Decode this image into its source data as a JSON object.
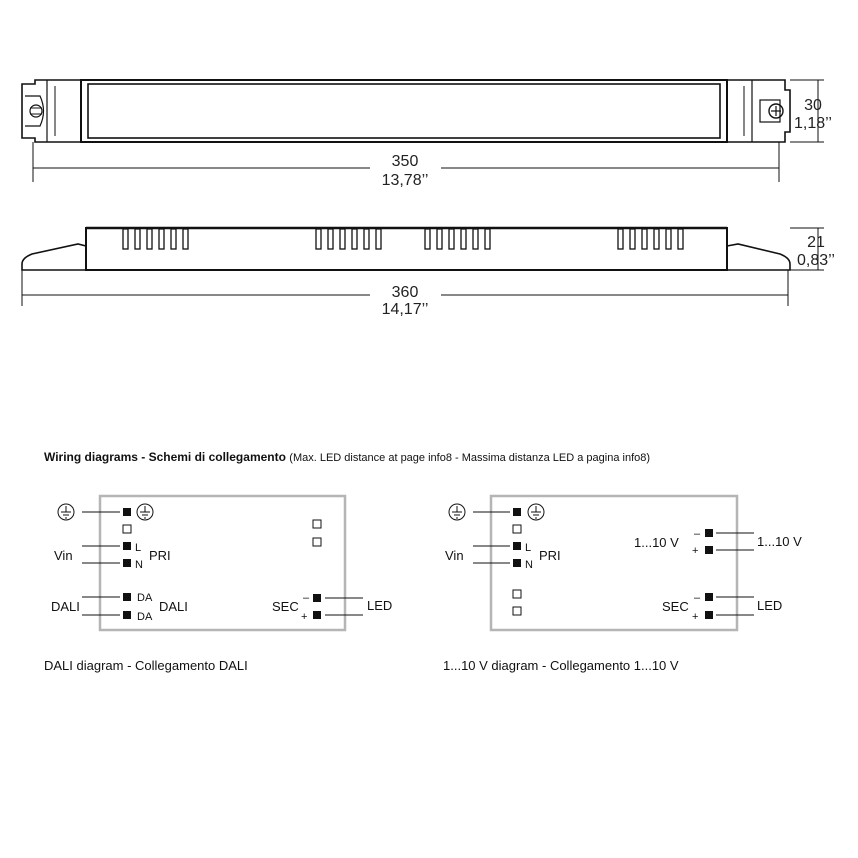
{
  "top_view": {
    "length_mm": "350",
    "length_in": "13,78’’",
    "height_mm": "30",
    "height_in": "1,18’’"
  },
  "side_view": {
    "length_mm": "360",
    "length_in": "14,17’’",
    "height_mm": "21",
    "height_in": "0,83’’"
  },
  "wiring": {
    "title": "Wiring diagrams - Schemi di collegamento",
    "note": "(Max. LED distance at page info8 - Massima distanza LED a pagina info8)",
    "dali": {
      "caption": "DALI diagram - Collegamento DALI",
      "vin": "Vin",
      "l": "L",
      "n": "N",
      "pri": "PRI",
      "dali_left": "DALI",
      "da1": "DA",
      "da2": "DA",
      "dali_inner": "DALI",
      "sec": "SEC",
      "minus": "–",
      "plus": "+",
      "led": "LED"
    },
    "v110": {
      "caption": "1...10 V diagram - Collegamento 1...10 V",
      "vin": "Vin",
      "l": "L",
      "n": "N",
      "pri": "PRI",
      "ctrl_left": "1...10 V",
      "ctrl_right": "1...10 V",
      "minus_ctrl": "–",
      "plus_ctrl": "+",
      "sec": "SEC",
      "minus": "–",
      "plus": "+",
      "led": "LED"
    }
  }
}
